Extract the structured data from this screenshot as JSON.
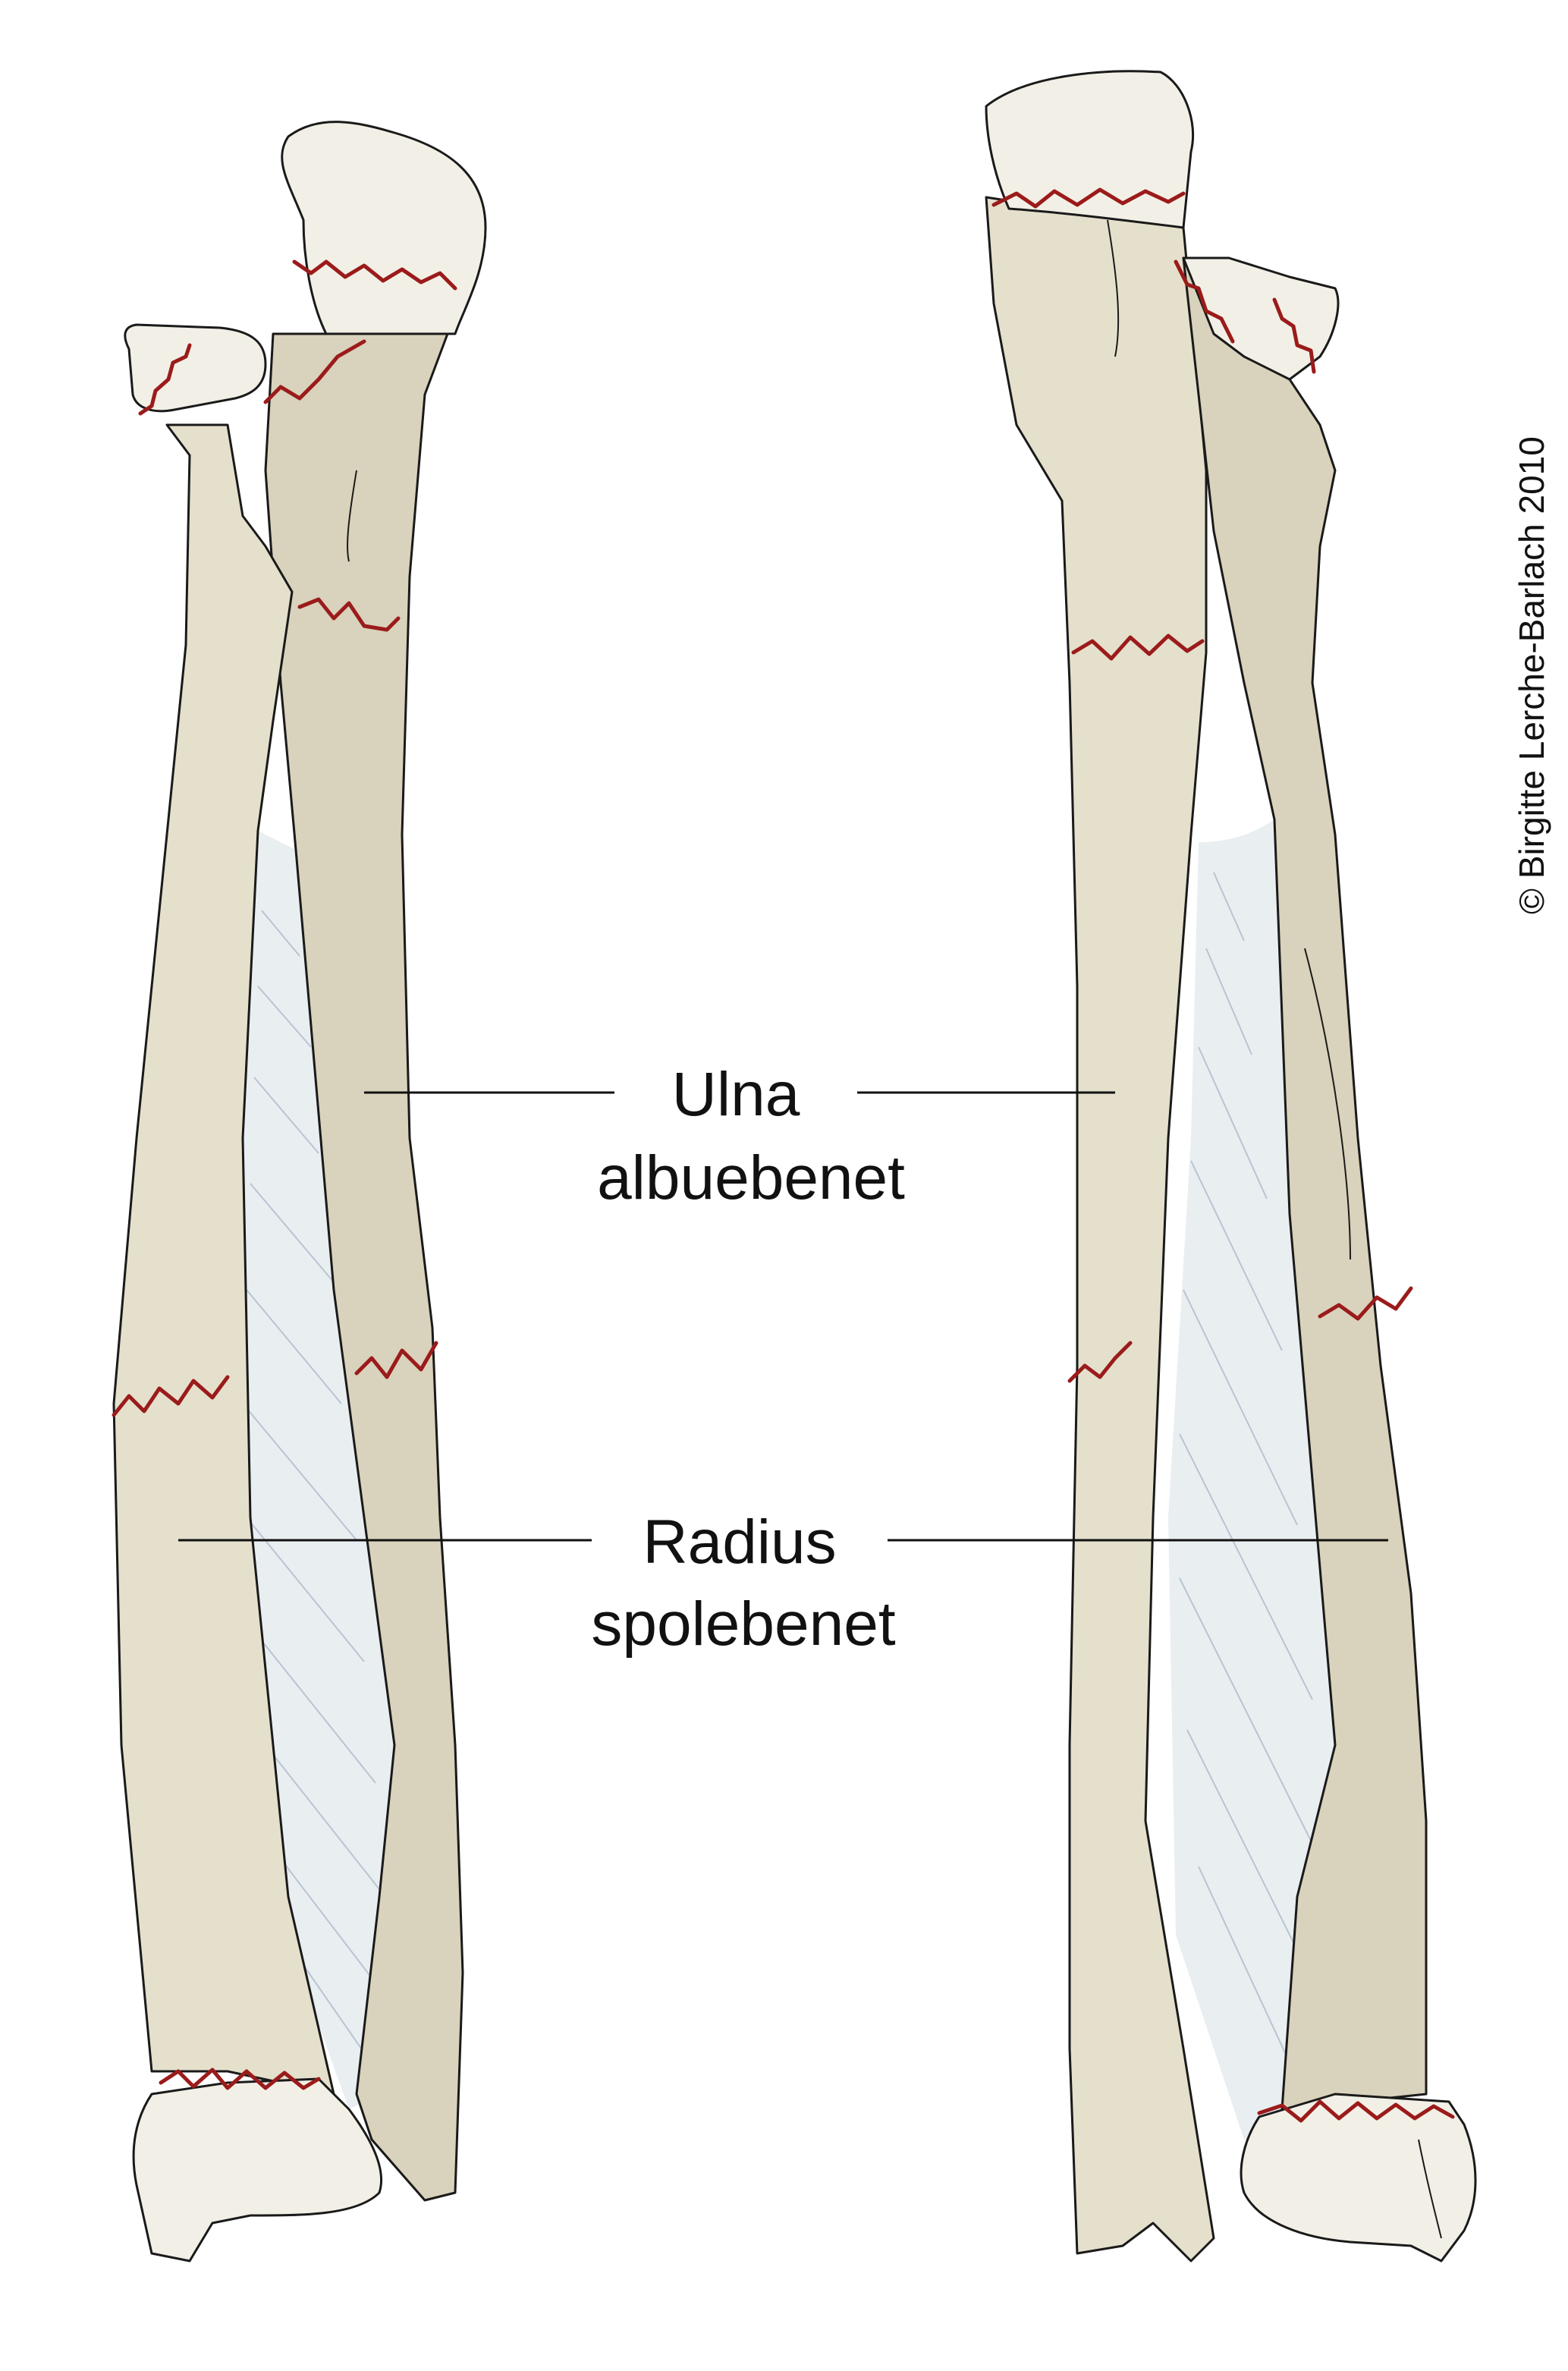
{
  "labels": {
    "ulna_latin": "Ulna",
    "ulna_danish": "albuebenet",
    "radius_latin": "Radius",
    "radius_danish": "spolebenet"
  },
  "copyright": "© Birgitte Lerche-Barlach 2010",
  "colors": {
    "bone": "#e4e0cc",
    "bone_shadow": "#d9d2bc",
    "bone_end": "#f2f0e6",
    "membrane": "#e9eef1",
    "growth_line": "#9b1b1b",
    "outline": "#1a1a1a"
  }
}
